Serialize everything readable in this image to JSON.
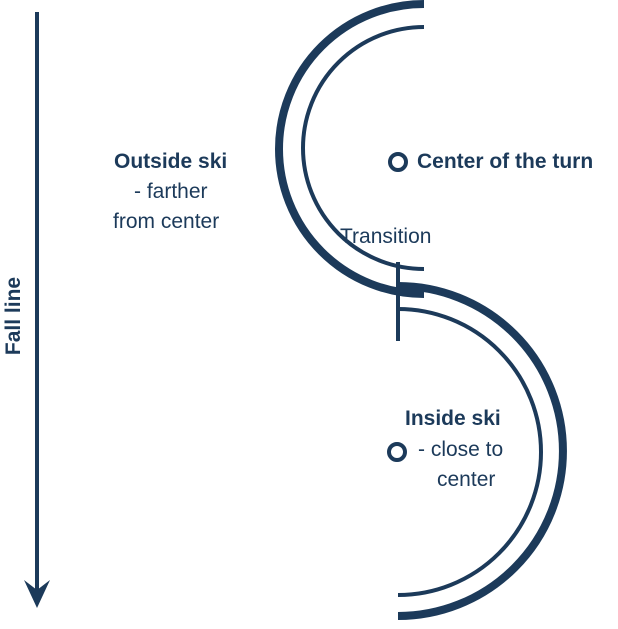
{
  "colors": {
    "ink": "#1c3a5a",
    "background": "#ffffff"
  },
  "labels": {
    "fall_line": "Fall line",
    "outside_ski_title": "Outside ski",
    "outside_ski_line1": "- farther",
    "outside_ski_line2": "from center",
    "center_of_turn": "Center of the turn",
    "transition": "Transition",
    "inside_ski_title": "Inside ski",
    "inside_ski_line1": "- close to",
    "inside_ski_line2": "center"
  }
}
